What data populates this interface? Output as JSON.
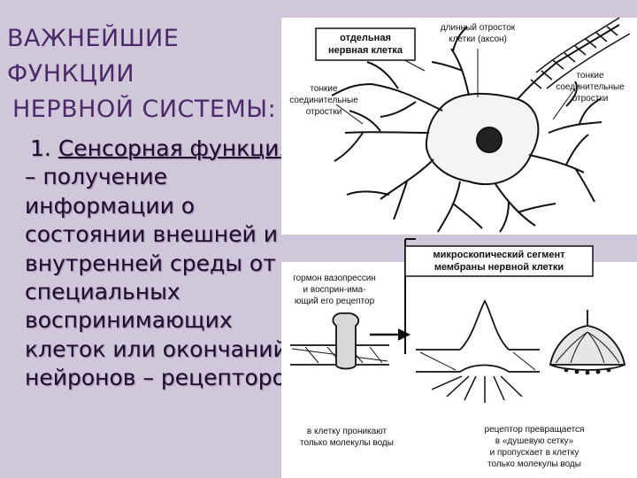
{
  "title": {
    "line1": "ВАЖНЕЙШИЕ ФУНКЦИИ",
    "line2": "НЕРВНОЙ СИСТЕМЫ:"
  },
  "body": {
    "number": "1.",
    "highlight": "Сенсорная функция",
    "rest": " – получение информации о состоянии внешней и внутренней среды от специальных воспринимающих клеток или окончаний нейронов – рецепторов."
  },
  "neuron_figure": {
    "box_label_line1": "отдельная",
    "box_label_line2": "нервная клетка",
    "axon_line1": "длинный отросток",
    "axon_line2": "клетки (аксон)",
    "right_conn_line1": "тонкие",
    "right_conn_line2": "соединительные",
    "right_conn_line3": "отростки",
    "left_conn_line1": "тонкие",
    "left_conn_line2": "соединительные",
    "left_conn_line3": "отростки"
  },
  "membrane_figure": {
    "box_label_line1": "микроскопический сегмент",
    "box_label_line2": "мембраны нервной клетки",
    "hormone_line1": "гормон вазопрессин",
    "hormone_line2": "и восприн-има-",
    "hormone_line3": "ющий его рецептор",
    "water_line1": "в клетку проникают",
    "water_line2": "только молекулы воды",
    "shower_line1": "рецептор превращается",
    "shower_line2": "в «душевую сетку»",
    "shower_line3": "и пропускает в клетку",
    "shower_line4": "только молекулы воды"
  }
}
